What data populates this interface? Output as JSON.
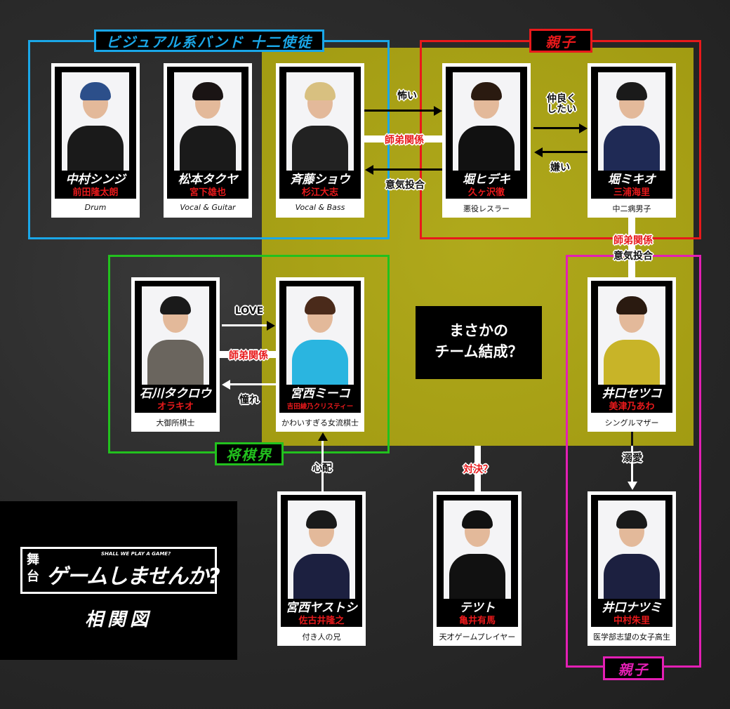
{
  "groups": {
    "band": {
      "label": "ビジュアル系バンド 十二使徒",
      "color": "#1aa7e8"
    },
    "family_top": {
      "label": "親子",
      "color": "#e8191b"
    },
    "shogi": {
      "label": "将棋界",
      "color": "#22c11e"
    },
    "family_bottom": {
      "label": "親子",
      "color": "#e31fb4"
    }
  },
  "center_box": {
    "line1": "まさかの",
    "line2": "チーム結成？"
  },
  "logo": {
    "stage": "舞台",
    "title": "ゲームしませんか?",
    "subtitle": "SHALL WE PLAY A GAME?",
    "caption": "相関図"
  },
  "characters": [
    {
      "name": "中村シンジ",
      "actor": "前田隆太朗",
      "role": "Drum",
      "hair": "#2c4f8a",
      "clothes": "#1a1a1a"
    },
    {
      "name": "松本タクヤ",
      "actor": "宮下雄也",
      "role": "Vocal & Guitar",
      "hair": "#1a1414",
      "clothes": "#1a1a1a"
    },
    {
      "name": "斉藤ショウ",
      "actor": "杉江大志",
      "role": "Vocal & Bass",
      "hair": "#d8c080",
      "clothes": "#222"
    },
    {
      "name": "堀ヒデキ",
      "actor": "久ヶ沢徹",
      "role": "悪役レスラー",
      "hair": "#2a1a10",
      "clothes": "#111"
    },
    {
      "name": "堀ミキオ",
      "actor": "三浦海里",
      "role": "中二病男子",
      "hair": "#1a1a1a",
      "clothes": "#1f2a55"
    },
    {
      "name": "石川タクロウ",
      "actor": "オラキオ",
      "role": "大御所棋士",
      "hair": "#1a1a1a",
      "clothes": "#6a655e"
    },
    {
      "name": "宮西ミーコ",
      "actor": "吉田綾乃クリスティー",
      "role": "かわいすぎる女流棋士",
      "hair": "#4a2a1a",
      "clothes": "#2ab5e0"
    },
    {
      "name": "井口セツコ",
      "actor": "美津乃あわ",
      "role": "シングルマザー",
      "hair": "#2a1a10",
      "clothes": "#c8b428"
    },
    {
      "name": "宮西ヤストシ",
      "actor": "佐古井隆之",
      "role": "付き人の兄",
      "hair": "#1a1a1a",
      "clothes": "#1c2040"
    },
    {
      "name": "テツト",
      "actor": "亀井有馬",
      "role": "天才ゲームプレイヤー",
      "hair": "#111",
      "clothes": "#111"
    },
    {
      "name": "井口ナツミ",
      "actor": "中村朱里",
      "role": "医学部志望の女子高生",
      "hair": "#1a1a1a",
      "clothes": "#1c2040"
    }
  ],
  "relations": {
    "kowai": "怖い",
    "shitei_1": "師弟関係",
    "ikitougou_1": "意気投合",
    "nakayoku": "仲良く\nしたい",
    "kirai": "嫌い",
    "shitei_2": "師弟関係",
    "ikitougou_2": "意気投合",
    "love": "LOVE",
    "shitei_3": "師弟関係",
    "akogare": "憧れ",
    "shinpai": "心配",
    "taiketsu": "対決？",
    "dekiai": "溺愛"
  }
}
